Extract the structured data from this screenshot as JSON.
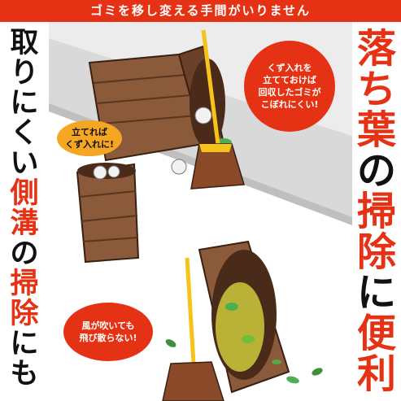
{
  "banner": {
    "text": "ゴミを移し変える手間がいりません",
    "bg": "#e63214"
  },
  "left_column": {
    "chars": [
      "取",
      "り",
      "に",
      "く",
      "い",
      "側",
      "溝",
      "の",
      "掃",
      "除",
      "に",
      "も"
    ],
    "colors": [
      "#111111",
      "#111111",
      "#111111",
      "#111111",
      "#111111",
      "#e63214",
      "#e63214",
      "#111111",
      "#e63214",
      "#e63214",
      "#111111",
      "#111111"
    ]
  },
  "right_column": {
    "chars": [
      "落",
      "ち",
      "葉",
      "の",
      "掃",
      "除",
      "に",
      "便",
      "利"
    ],
    "colors": [
      "#e63214",
      "#e63214",
      "#e63214",
      "#111111",
      "#e63214",
      "#e63214",
      "#111111",
      "#e63214",
      "#e63214"
    ]
  },
  "bubbles": {
    "top_right": {
      "line1": "くず入れを",
      "line2": "立てておけば",
      "line3": "回収したゴミが",
      "line4": "こぼれにくい!"
    },
    "left_orange": {
      "line1": "立てれば",
      "line2": "くず入れに!"
    },
    "bottom_red": {
      "line1": "風が吹いても",
      "line2": "飛び散らない!"
    }
  },
  "colors": {
    "accent_red": "#e63214",
    "accent_orange": "#f5a623",
    "bin_brown": "#8a5a3a",
    "broom_yellow": "#f7c21a"
  }
}
